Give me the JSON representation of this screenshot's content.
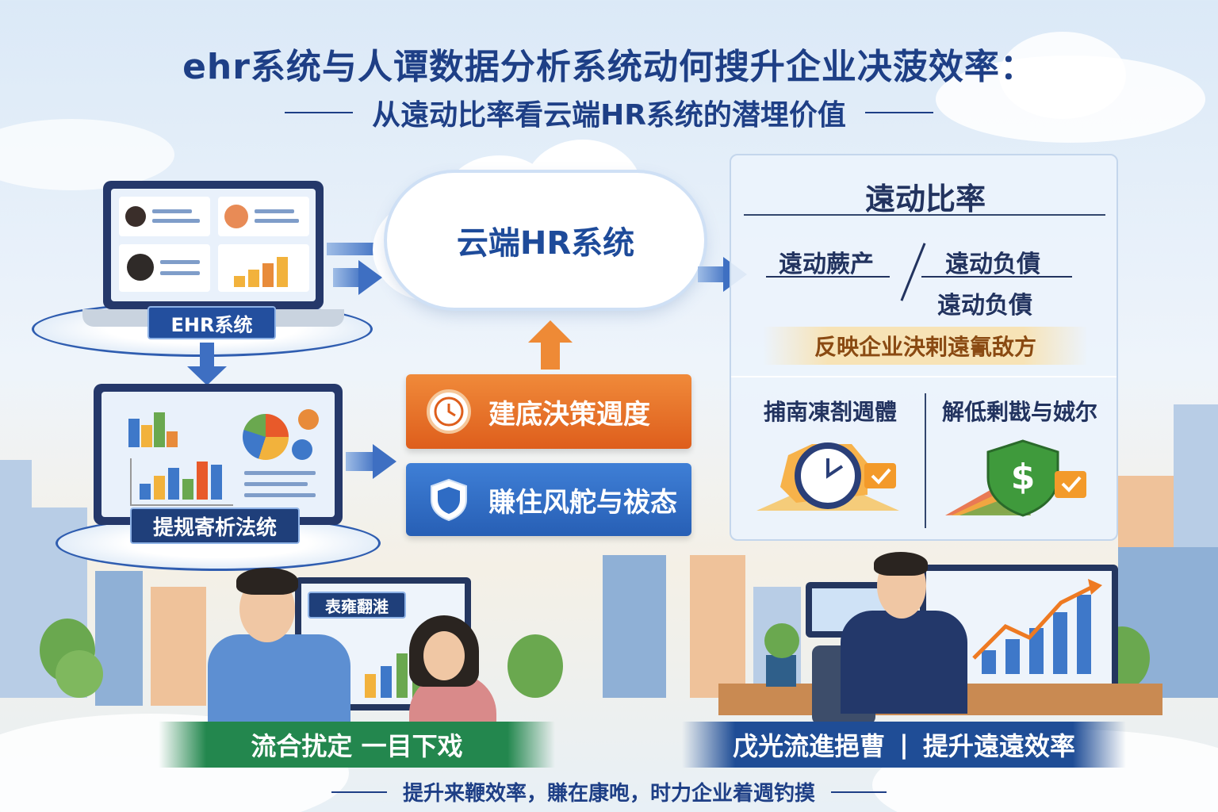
{
  "header": {
    "title": "ehr系统与人谭数据分析系统动何搜升企业决菠效率：",
    "subtitle": "从遠动比率看云端HR系统的潜埋价值"
  },
  "left": {
    "ehr_label": "EHR系统",
    "analysis_label": "提规寄析法统"
  },
  "center": {
    "cloud_label": "云端HR系统",
    "btn_speed": "建底決策週度",
    "btn_risk": "賺住风舵与祓态"
  },
  "panel": {
    "title": "遠动比率",
    "numerator": "遠动蕨产",
    "denominator_top": "遠动负債",
    "denominator_bottom": "遠动负債",
    "highlight": "反映企业決剌遠氰敌方",
    "left_heading": "捕南凍剳週體",
    "right_heading": "解低剰戡与娀尔"
  },
  "scene": {
    "board_label": "表雍翻溎",
    "ribbon_left": "流合扰定 一目下戏",
    "ribbon_right_a": "戊光流進挹曹",
    "ribbon_right_sep": "|",
    "ribbon_right_b": "提升遠遠效率"
  },
  "footer": {
    "text": "提升来鞭效率，賺在康咆，时力企业着週钓摸"
  },
  "colors": {
    "brand_blue": "#1e3f86",
    "accent_orange": "#de5e1c",
    "accent_green": "#23874e"
  }
}
